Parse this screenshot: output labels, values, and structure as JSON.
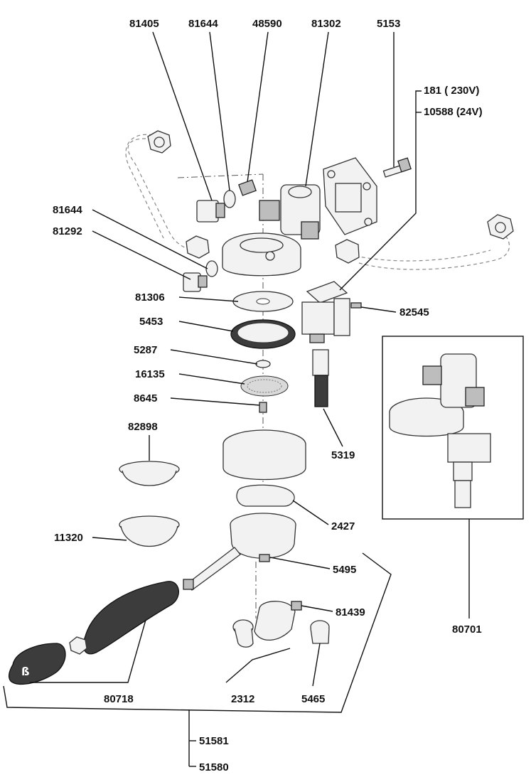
{
  "labels": {
    "p81405": "81405",
    "p81644a": "81644",
    "p48590": "48590",
    "p81302": "81302",
    "p5153": "5153",
    "p181": "181 ( 230V)",
    "p10588": "10588 (24V)",
    "p81644b": "81644",
    "p81292": "81292",
    "p81306": "81306",
    "p5453": "5453",
    "p5287": "5287",
    "p16135": "16135",
    "p8645": "8645",
    "p82545": "82545",
    "p5319": "5319",
    "p82898": "82898",
    "p11320": "11320",
    "p2427": "2427",
    "p5495": "5495",
    "p81439": "81439",
    "p80701": "80701",
    "p80718": "80718",
    "p2312": "2312",
    "p5465": "5465",
    "p51581": "51581",
    "p51580": "51580"
  },
  "colors": {
    "line": "#111111",
    "part_fill": "#f2f2f2",
    "handle": "#3c3c3c"
  }
}
